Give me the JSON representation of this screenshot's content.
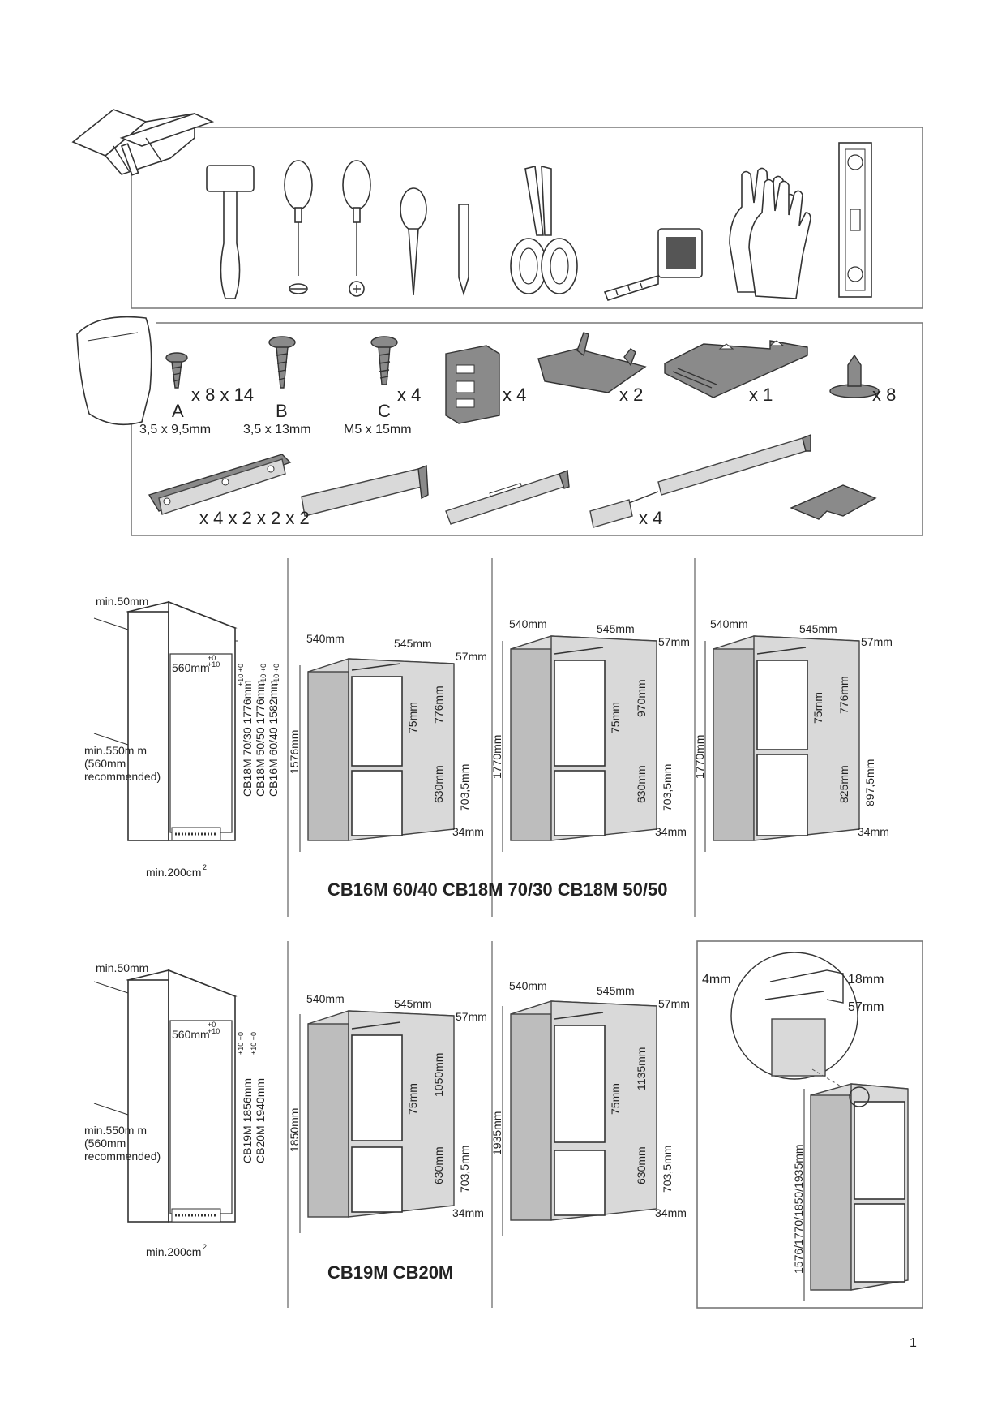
{
  "tools_section": {
    "tools": [
      "toolbox",
      "mallet",
      "flat-screwdriver",
      "phillips-screwdriver",
      "awl",
      "pencil",
      "scissors",
      "tape-measure",
      "gloves",
      "spirit-level"
    ]
  },
  "parts_section": {
    "screws": [
      {
        "qty": "x 8 x 14",
        "letter": "A",
        "size": "3,5 x 9,5mm"
      },
      {
        "qty": "",
        "letter": "B",
        "size": "3,5 x 13mm"
      },
      {
        "qty": "x 4",
        "letter": "C",
        "size": "M5 x 15mm"
      }
    ],
    "part_counts": {
      "bracket": "x 4",
      "hinge_plate": "x 2",
      "vent_plate": "x 1",
      "plug": "x 8"
    },
    "rail_counts": {
      "rails": "x 4 x 2 x 2 x 2",
      "slider": "x 4"
    }
  },
  "row1": {
    "niche": {
      "min_top": "min.50mm",
      "width": "560mm",
      "tol_width": [
        "+0",
        "+10"
      ],
      "depth_line1": "min.550m m",
      "depth_line2": "(560mm",
      "depth_line3": "recommended)",
      "vent": "min.200cm",
      "vent_sup": "2",
      "heights": [
        "CB18M 70/30 1776mm",
        "CB18M 50/50 1776mm",
        "CB16M 60/40 1582mm"
      ],
      "tol_heights": [
        "+10 +0",
        "+10 +0",
        "+10 +0"
      ]
    },
    "appliances": [
      {
        "width": "540mm",
        "depth": "545mm",
        "top": "57mm",
        "total": "1576mm",
        "gap": "75mm",
        "upper": "776mm",
        "lower": "630mm",
        "lower2": "703,5mm",
        "bottom": "34mm"
      },
      {
        "width": "540mm",
        "depth": "545mm",
        "top": "57mm",
        "total": "1770mm",
        "gap": "75mm",
        "upper": "970mm",
        "lower": "630mm",
        "lower2": "703,5mm",
        "bottom": "34mm"
      },
      {
        "width": "540mm",
        "depth": "545mm",
        "top": "57mm",
        "total": "1770mm",
        "gap": "75mm",
        "upper": "776mm",
        "lower": "825mm",
        "lower2": "897,5mm",
        "bottom": "34mm"
      }
    ],
    "models": "CB16M 60/40 CB18M 70/30 CB18M 50/50"
  },
  "row2": {
    "niche": {
      "min_top": "min.50mm",
      "width": "560mm",
      "tol_width": [
        "+0",
        "+10"
      ],
      "depth_line1": "min.550m m",
      "depth_line2": "(560mm",
      "depth_line3": "recommended)",
      "vent": "min.200cm",
      "vent_sup": "2",
      "heights": [
        "CB19M 1856mm",
        "CB20M 1940mm"
      ],
      "tol_heights": [
        "+10 +0",
        "+10 +0"
      ]
    },
    "appliances": [
      {
        "width": "540mm",
        "depth": "545mm",
        "top": "57mm",
        "total": "1850mm",
        "gap": "75mm",
        "upper": "1050mm",
        "lower": "630mm",
        "lower2": "703,5mm",
        "bottom": "34mm"
      },
      {
        "width": "540mm",
        "depth": "545mm",
        "top": "57mm",
        "total": "1935mm",
        "gap": "75mm",
        "upper": "1135mm",
        "lower": "630mm",
        "lower2": "703,5mm",
        "bottom": "34mm"
      }
    ],
    "models": "CB19M  CB20M",
    "detail": {
      "gap": "4mm",
      "top": "18mm",
      "lower": "57mm",
      "heights": "1576/1770/1850/1935mm"
    }
  },
  "page_number": "1"
}
